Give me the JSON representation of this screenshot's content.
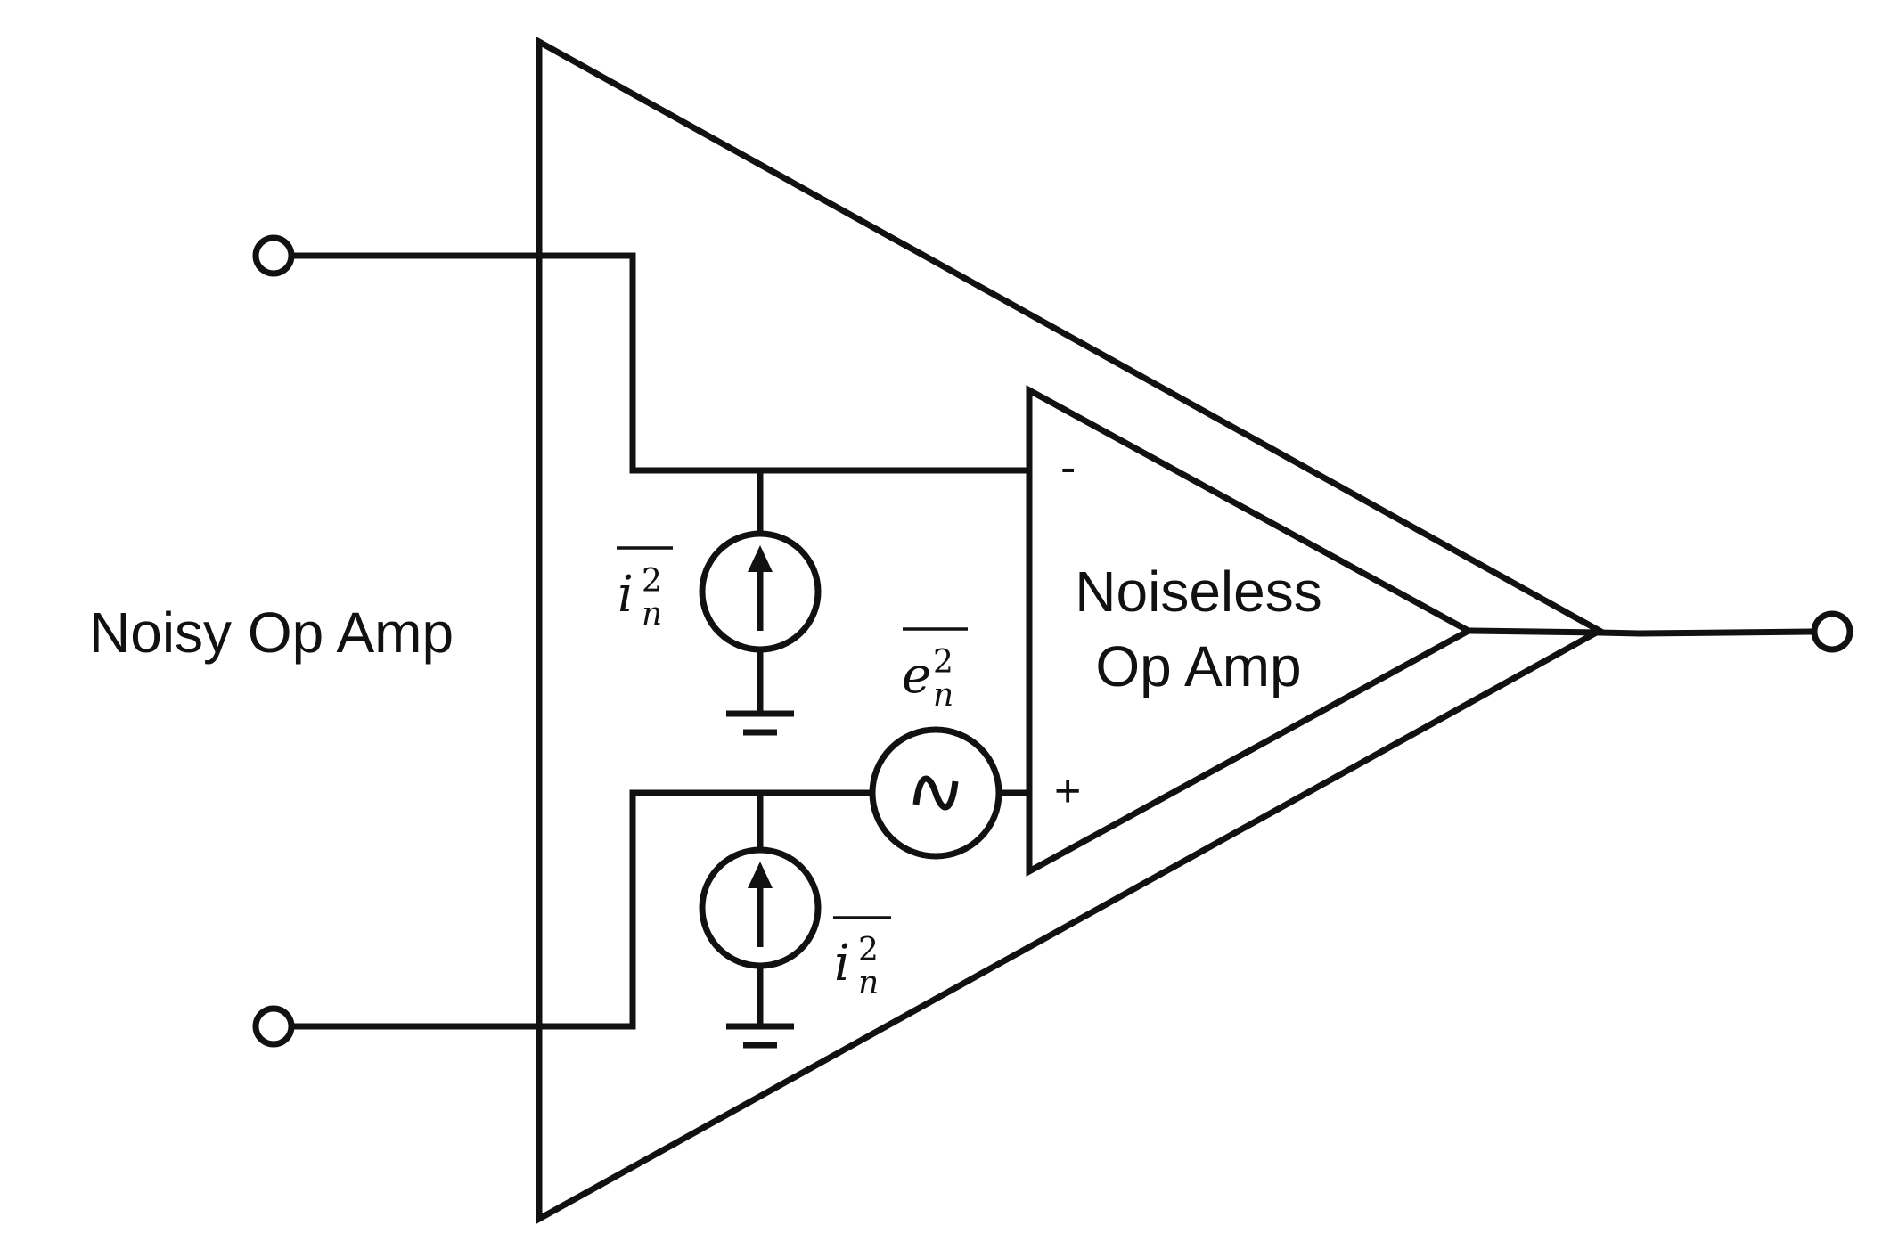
{
  "labels": {
    "outer_amp": "Noisy Op Amp",
    "inner_amp_line1": "Noiseless",
    "inner_amp_line2": "Op Amp",
    "inverting_input": "-",
    "noninverting_input": "+"
  },
  "noise_sources": {
    "current_top": {
      "symbol": "i",
      "superscript": "2",
      "subscript": "n"
    },
    "voltage": {
      "symbol": "e",
      "superscript": "2",
      "subscript": "n"
    },
    "current_bottom": {
      "symbol": "i",
      "superscript": "2",
      "subscript": "n"
    }
  },
  "icons": {
    "current_source": "current-source-icon",
    "voltage_source": "ac-voltage-source-icon",
    "ground": "ground-icon",
    "terminal": "terminal-icon"
  },
  "colors": {
    "stroke": "#111111",
    "background": "#ffffff"
  }
}
